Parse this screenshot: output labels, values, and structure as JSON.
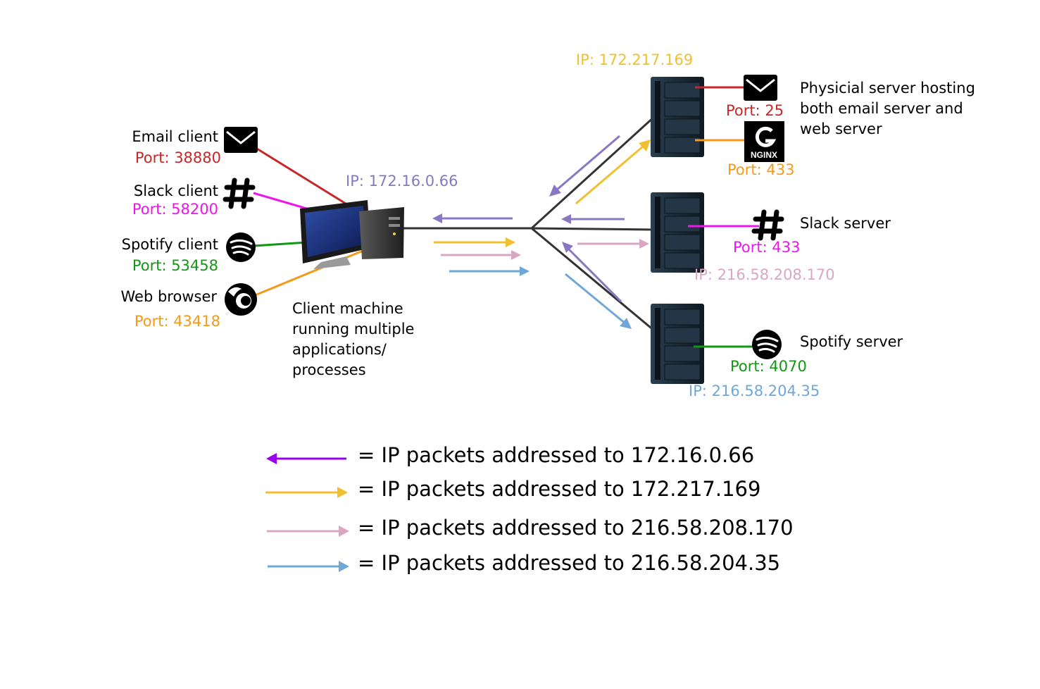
{
  "colors": {
    "email": "#c62828",
    "slack": "#ee14ee",
    "spotify": "#139713",
    "web": "#f39a1a",
    "to_client": "#8878c4",
    "to_mailweb": "#f0c030",
    "to_slack": "#d9a7c3",
    "to_spotify": "#6fa7d8",
    "link": "#333333",
    "legend_client": "#9900ee"
  },
  "client": {
    "ip": "IP: 172.16.0.66",
    "description_lines": [
      "Client machine",
      "running multiple",
      "applications/",
      "processes"
    ],
    "apps": [
      {
        "name": "Email client",
        "port": "Port: 38880",
        "icon": "envelope-icon"
      },
      {
        "name": "Slack client",
        "port": "Port: 58200",
        "icon": "hash-icon"
      },
      {
        "name": "Spotify client",
        "port": "Port: 53458",
        "icon": "spotify-icon"
      },
      {
        "name": "Web browser",
        "port": "Port: 43418",
        "icon": "firefox-icon"
      }
    ]
  },
  "servers": {
    "mailweb": {
      "ip": "IP: 172.217.169",
      "email_port": "Port: 25",
      "web_port": "Port: 433",
      "nginx_text": "NGINX",
      "description_lines": [
        "Physicial server hosting",
        "both email server and",
        "web server"
      ]
    },
    "slack": {
      "ip": "IP: 216.58.208.170",
      "port": "Port: 433",
      "name": "Slack server"
    },
    "spotify": {
      "ip": "IP: 216.58.204.35",
      "port": "Port: 4070",
      "name": "Spotify server"
    }
  },
  "legend": [
    "= IP packets addressed to 172.16.0.66",
    "= IP packets addressed to 172.217.169",
    "= IP packets addressed to 216.58.208.170",
    "= IP packets addressed to 216.58.204.35"
  ]
}
